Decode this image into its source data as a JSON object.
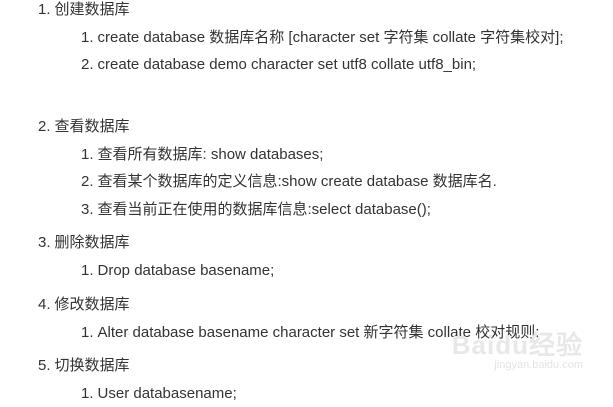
{
  "sections": [
    {
      "num": "1.",
      "title": "创建数据库",
      "items": [
        {
          "num": "1.",
          "text": "create database 数据库名称 [character set 字符集 collate 字符集校对];"
        },
        {
          "num": "2.",
          "text": "create database demo  character set utf8 collate  utf8_bin;"
        }
      ]
    },
    {
      "num": "2.",
      "title": "查看数据库",
      "items": [
        {
          "num": "1.",
          "text": "查看所有数据库: show databases;"
        },
        {
          "num": "2.",
          "text": "查看某个数据库的定义信息:show create database 数据库名."
        },
        {
          "num": "3.",
          "text": "查看当前正在使用的数据库信息:select database();"
        }
      ]
    },
    {
      "num": "3.",
      "title": "删除数据库",
      "items": [
        {
          "num": "1.",
          "text": "Drop database basename;"
        }
      ]
    },
    {
      "num": "4.",
      "title": "修改数据库",
      "items": [
        {
          "num": "1.",
          "text": "Alter database basename character set 新字符集 collate 校对规则;"
        }
      ]
    },
    {
      "num": "5.",
      "title": "切换数据库",
      "items": [
        {
          "num": "1.",
          "text": "User databasename;"
        }
      ]
    }
  ],
  "watermark": {
    "logo": "Baidu经验",
    "url": "jingyan.baidu.com"
  }
}
